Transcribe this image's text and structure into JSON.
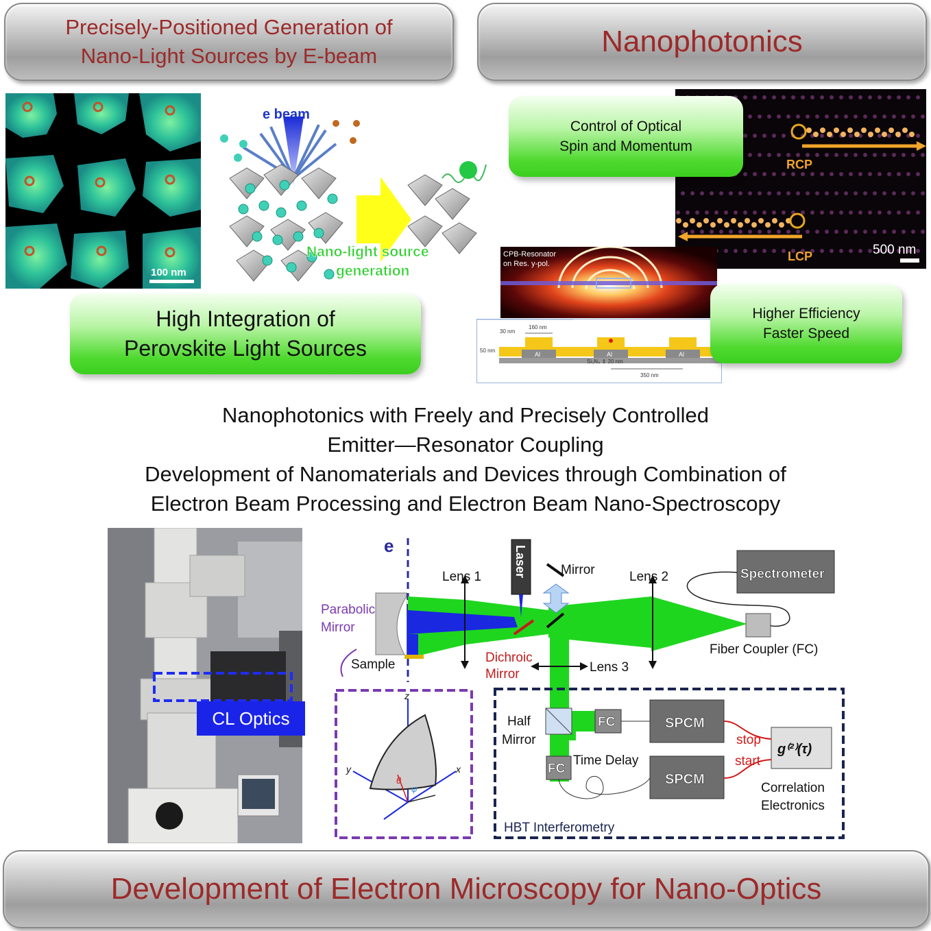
{
  "top_left_banner": {
    "line1": "Precisely-Positioned Generation of",
    "line2": "Nano-Light Sources by E-beam"
  },
  "top_right_banner": {
    "title": "Nanophotonics"
  },
  "map_panel": {
    "scalebar": "100 nm"
  },
  "lattice_panel": {
    "ebeam_label": "e beam",
    "generation_line1": "Nano-light source",
    "generation_line2": "generation"
  },
  "integration_box": {
    "line1": "High Integration of",
    "line2": "Perovskite Light Sources"
  },
  "spin_box": {
    "line1": "Control of Optical",
    "line2": "Spin and Momentum"
  },
  "waveguide_panel": {
    "rcp": "RCP",
    "lcp": "LCP",
    "scalebar": "500 nm"
  },
  "resonator_panel": {
    "title_line1": "CPB-Resonator",
    "title_line2": "on Res. y-pol.",
    "dim_30nm": "30 nm",
    "dim_160nm": "160 nm",
    "dim_50nm": "50 nm",
    "al": "Al",
    "sin": "Si₃N₄ ⇕ 20 nm",
    "dim_350nm": "350 nm"
  },
  "efficiency_box": {
    "line1": "Higher Efficiency",
    "line2": "Faster Speed"
  },
  "middle_text": [
    "Nanophotonics with Freely and Precisely Controlled",
    "Emitter―Resonator Coupling",
    "Development of Nanomaterials and Devices through Combination of",
    "Electron Beam Processing and Electron Beam Nano-Spectroscopy"
  ],
  "microscope_photo": {
    "cl_optics": "CL Optics"
  },
  "setup_diagram": {
    "e": "e",
    "lens1": "Lens 1",
    "laser": "Laser",
    "mirror": "Mirror",
    "lens2": "Lens 2",
    "spectrometer": "Spectrometer",
    "parabolic_line1": "Parabolic",
    "parabolic_line2": "Mirror",
    "sample": "Sample",
    "dichroic_line1": "Dichroic",
    "dichroic_line2": "Mirror",
    "lens3": "Lens 3",
    "fiber_coupler": "Fiber Coupler (FC)",
    "half_line1": "Half",
    "half_line2": "Mirror",
    "fc": "FC",
    "spcm": "SPCM",
    "stop": "stop",
    "start": "start",
    "g2": "g⁽²⁾(τ)",
    "time_delay": "Time Delay",
    "correlation_line1": "Correlation",
    "correlation_line2": "Electronics",
    "hbt": "HBT Interferometry",
    "axis_z": "z",
    "axis_y": "y",
    "axis_x": "x",
    "theta": "θ",
    "phi": "φ"
  },
  "bottom_banner": {
    "title": "Development of Electron Microscopy for Nano-Optics"
  }
}
